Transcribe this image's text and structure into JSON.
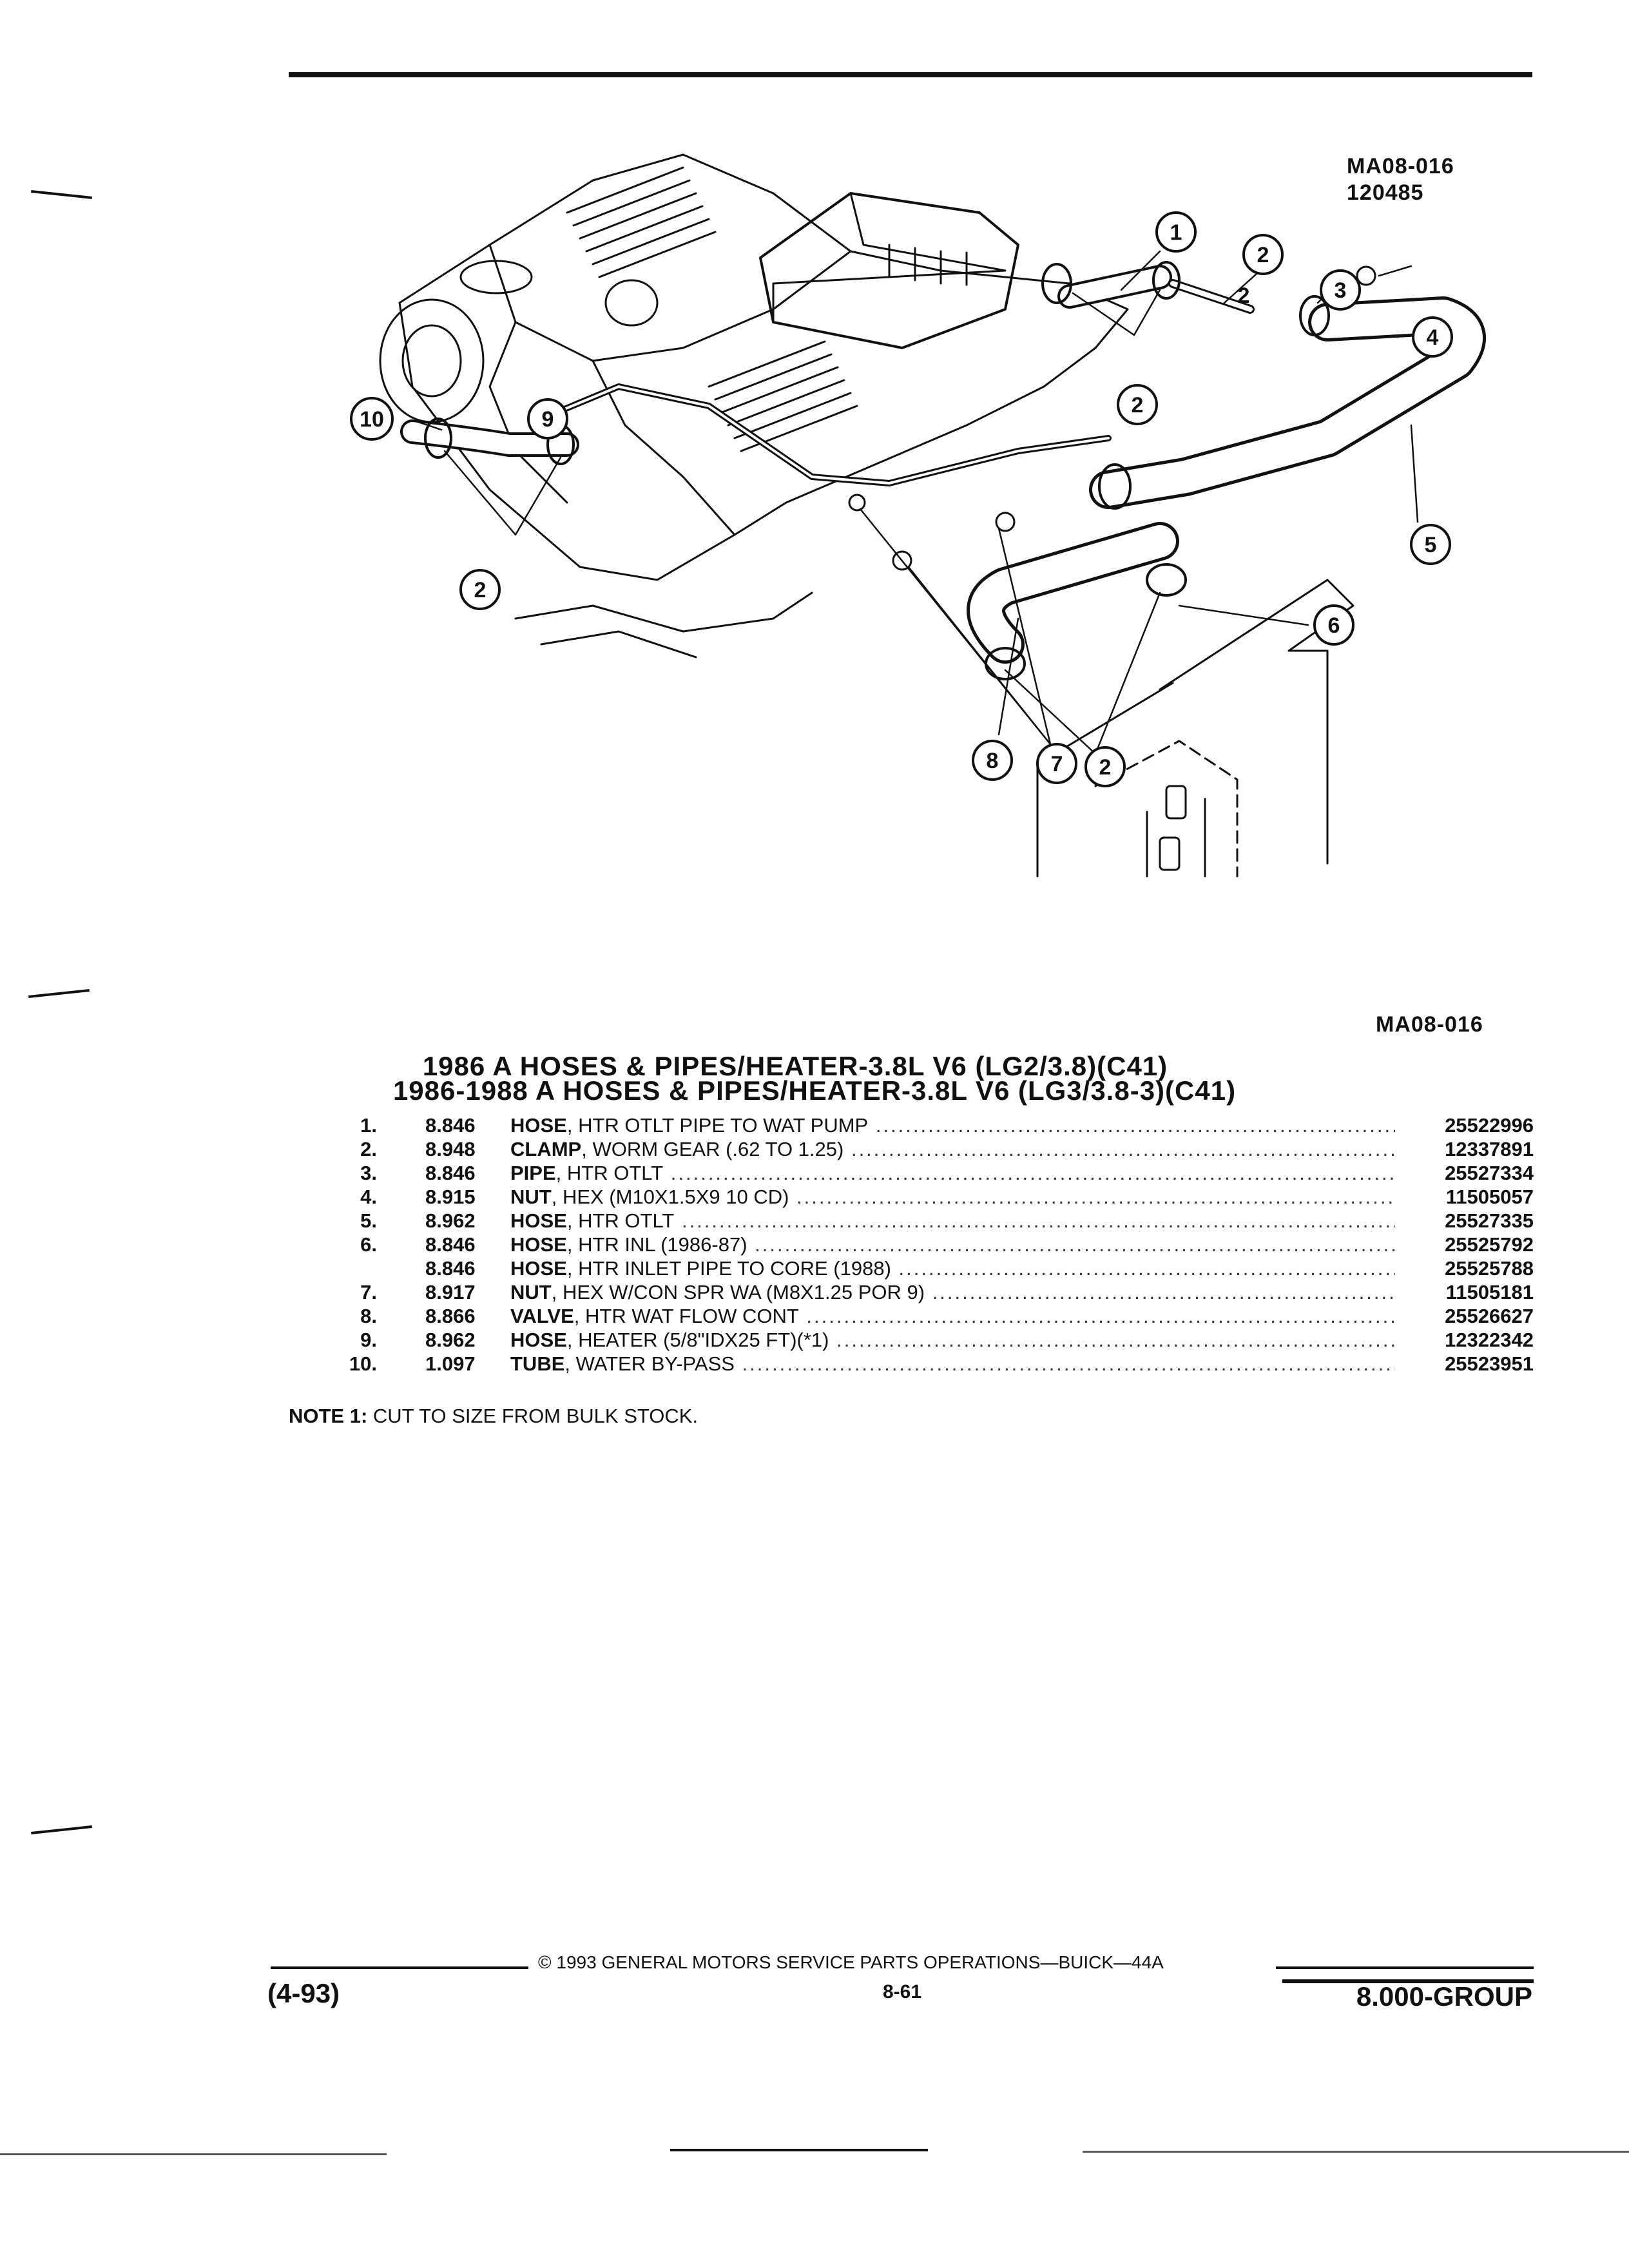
{
  "figure": {
    "code_top": "MA08-016",
    "code_date": "120485",
    "code_bottom": "MA08-016",
    "callouts": [
      "1",
      "2",
      "3",
      "2",
      "4",
      "2",
      "10",
      "9",
      "2",
      "5",
      "6",
      "8",
      "7",
      "2"
    ]
  },
  "titles": {
    "line1": "1986 A HOSES & PIPES/HEATER-3.8L V6 (LG2/3.8)(C41)",
    "line2": "1986-1988 A HOSES & PIPES/HEATER-3.8L V6 (LG3/3.8-3)(C41)"
  },
  "parts": [
    {
      "line": "1.",
      "group": "8.846",
      "name": "HOSE",
      "detail": ", HTR OTLT PIPE TO WAT PUMP",
      "part": "25522996"
    },
    {
      "line": "2.",
      "group": "8.948",
      "name": "CLAMP",
      "detail": ", WORM GEAR (.62 TO 1.25)",
      "part": "12337891"
    },
    {
      "line": "3.",
      "group": "8.846",
      "name": "PIPE",
      "detail": ", HTR OTLT",
      "part": "25527334"
    },
    {
      "line": "4.",
      "group": "8.915",
      "name": "NUT",
      "detail": ", HEX (M10X1.5X9 10 CD)",
      "part": "11505057"
    },
    {
      "line": "5.",
      "group": "8.962",
      "name": "HOSE",
      "detail": ", HTR OTLT",
      "part": "25527335"
    },
    {
      "line": "6.",
      "group": "8.846",
      "name": "HOSE",
      "detail": ", HTR INL (1986-87)",
      "part": "25525792"
    },
    {
      "line": "",
      "group": "8.846",
      "name": "HOSE",
      "detail": ", HTR INLET PIPE TO CORE (1988)",
      "part": "25525788"
    },
    {
      "line": "7.",
      "group": "8.917",
      "name": "NUT",
      "detail": ", HEX W/CON SPR WA (M8X1.25 POR 9)",
      "part": "11505181"
    },
    {
      "line": "8.",
      "group": "8.866",
      "name": "VALVE",
      "detail": ", HTR WAT FLOW CONT",
      "part": "25526627"
    },
    {
      "line": "9.",
      "group": "8.962",
      "name": "HOSE",
      "detail": ", HEATER (5/8\"IDX25 FT)(*1)",
      "part": "12322342"
    },
    {
      "line": "10.",
      "group": "1.097",
      "name": "TUBE",
      "detail": ", WATER BY-PASS",
      "part": "25523951"
    }
  ],
  "note": {
    "label": "NOTE 1:",
    "text": "CUT TO SIZE FROM BULK STOCK."
  },
  "footer": {
    "copyright": "© 1993 GENERAL MOTORS SERVICE PARTS OPERATIONS—BUICK—44A",
    "date": "(4-93)",
    "page": "8-61",
    "group": "8.000-GROUP"
  }
}
